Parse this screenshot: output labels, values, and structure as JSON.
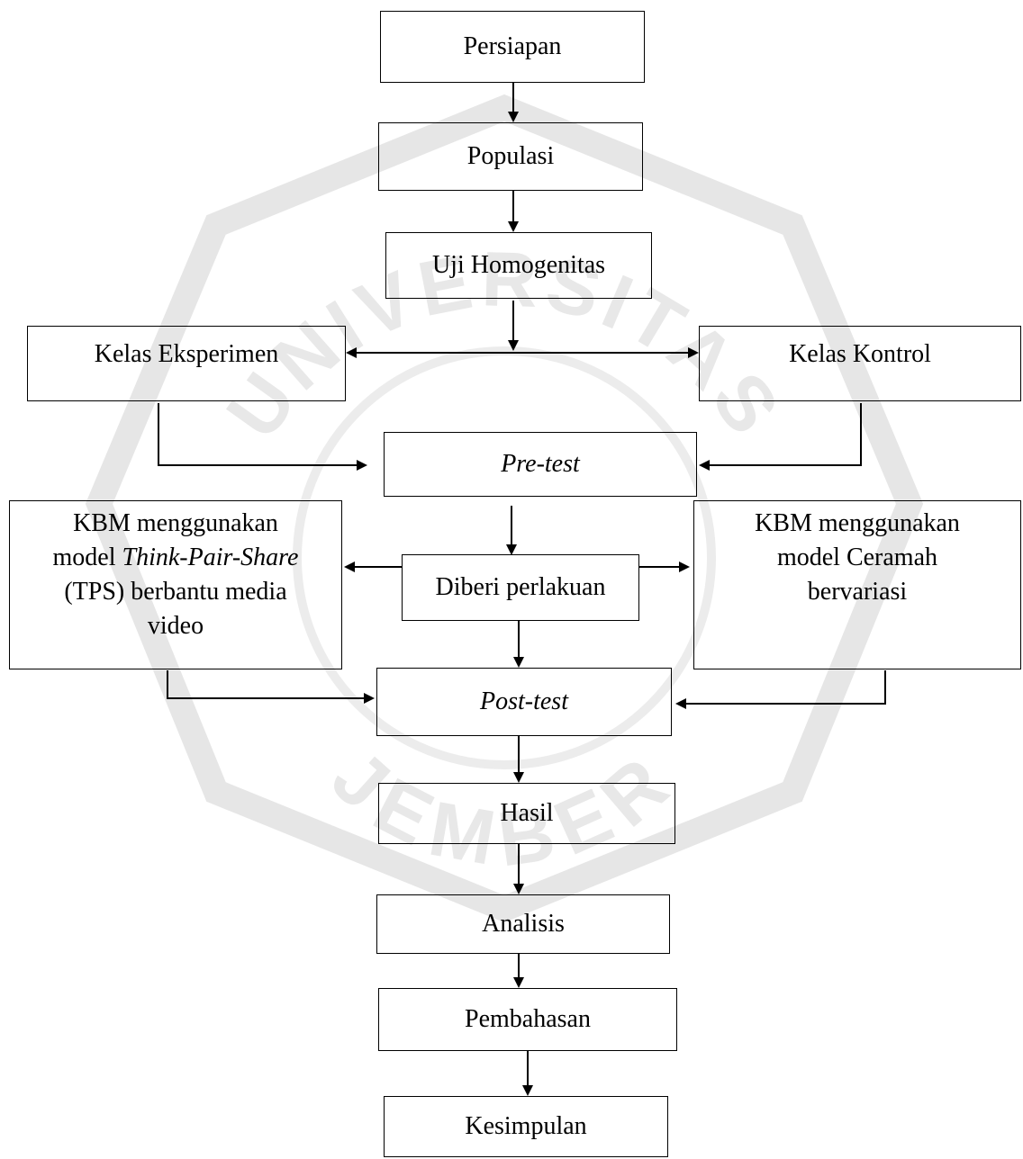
{
  "watermark": {
    "upper_text": "UNIVERSITAS",
    "lower_text": "JEMBER",
    "color": "#e3e3e3"
  },
  "nodes": {
    "persiapan": "Persiapan",
    "populasi": "Populasi",
    "uji_homogenitas": "Uji Homogenitas",
    "kelas_eksperimen": "Kelas Eksperimen",
    "kelas_kontrol": "Kelas Kontrol",
    "pre_test": "Pre-test",
    "diberi_perlakuan": "Diberi perlakuan",
    "kbm_tps": {
      "line1": "KBM menggunakan",
      "line2_prefix": "model ",
      "line2_italic": "Think-Pair-Share",
      "line3": "(TPS) berbantu media",
      "line4": "video"
    },
    "kbm_ceramah": {
      "line1": "KBM menggunakan",
      "line2": "model Ceramah",
      "line3": "bervariasi"
    },
    "post_test": "Post-test",
    "hasil": "Hasil",
    "analisis": "Analisis",
    "pembahasan": "Pembahasan",
    "kesimpulan": "Kesimpulan"
  },
  "colors": {
    "line": "#000000",
    "background": "#ffffff"
  }
}
